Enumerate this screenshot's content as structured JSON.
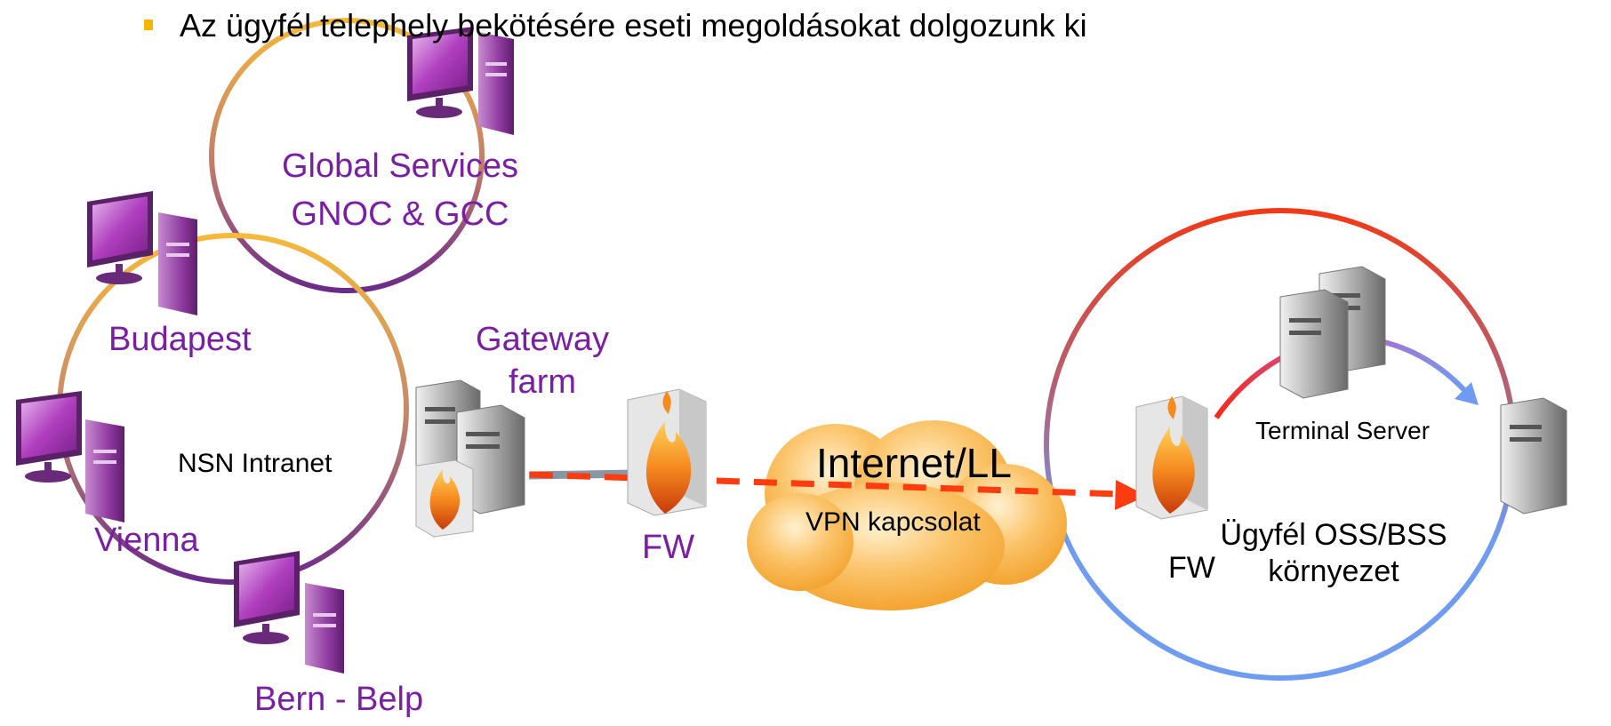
{
  "header": {
    "bullet_text": "Az ügyfél telephely bekötésére eseti megoldásokat dolgozunk ki"
  },
  "nodes": {
    "global_services_line1": "Global Services",
    "global_services_line2": "GNOC & GCC",
    "budapest": "Budapest",
    "vienna": "Vienna",
    "bern": "Bern - Belp",
    "nsn_intranet": "NSN Intranet",
    "gateway_line1": "Gateway",
    "gateway_line2": "farm",
    "fw_left": "FW",
    "cloud_title": "Internet/LL",
    "cloud_subtitle": "VPN kapcsolat",
    "fw_right": "FW",
    "terminal_server": "Terminal Server",
    "customer_line1": "Ügyfél OSS/BSS",
    "customer_line2": "környezet"
  },
  "icons": [
    "workstation-icon",
    "server-icon",
    "server-cluster-icon",
    "firewall-icon",
    "cloud-icon",
    "arrow-icon"
  ],
  "colors": {
    "purple_text": "#7a1fa2",
    "ring_yellow": "#f6b93b",
    "ring_purple": "#6a2a8a",
    "ring_red": "#f03a17",
    "ring_blue": "#6f9bf0",
    "vpn_dash": "#ff3b10",
    "cloud_orange": "#f5a623",
    "bullet": "#f5b400"
  }
}
